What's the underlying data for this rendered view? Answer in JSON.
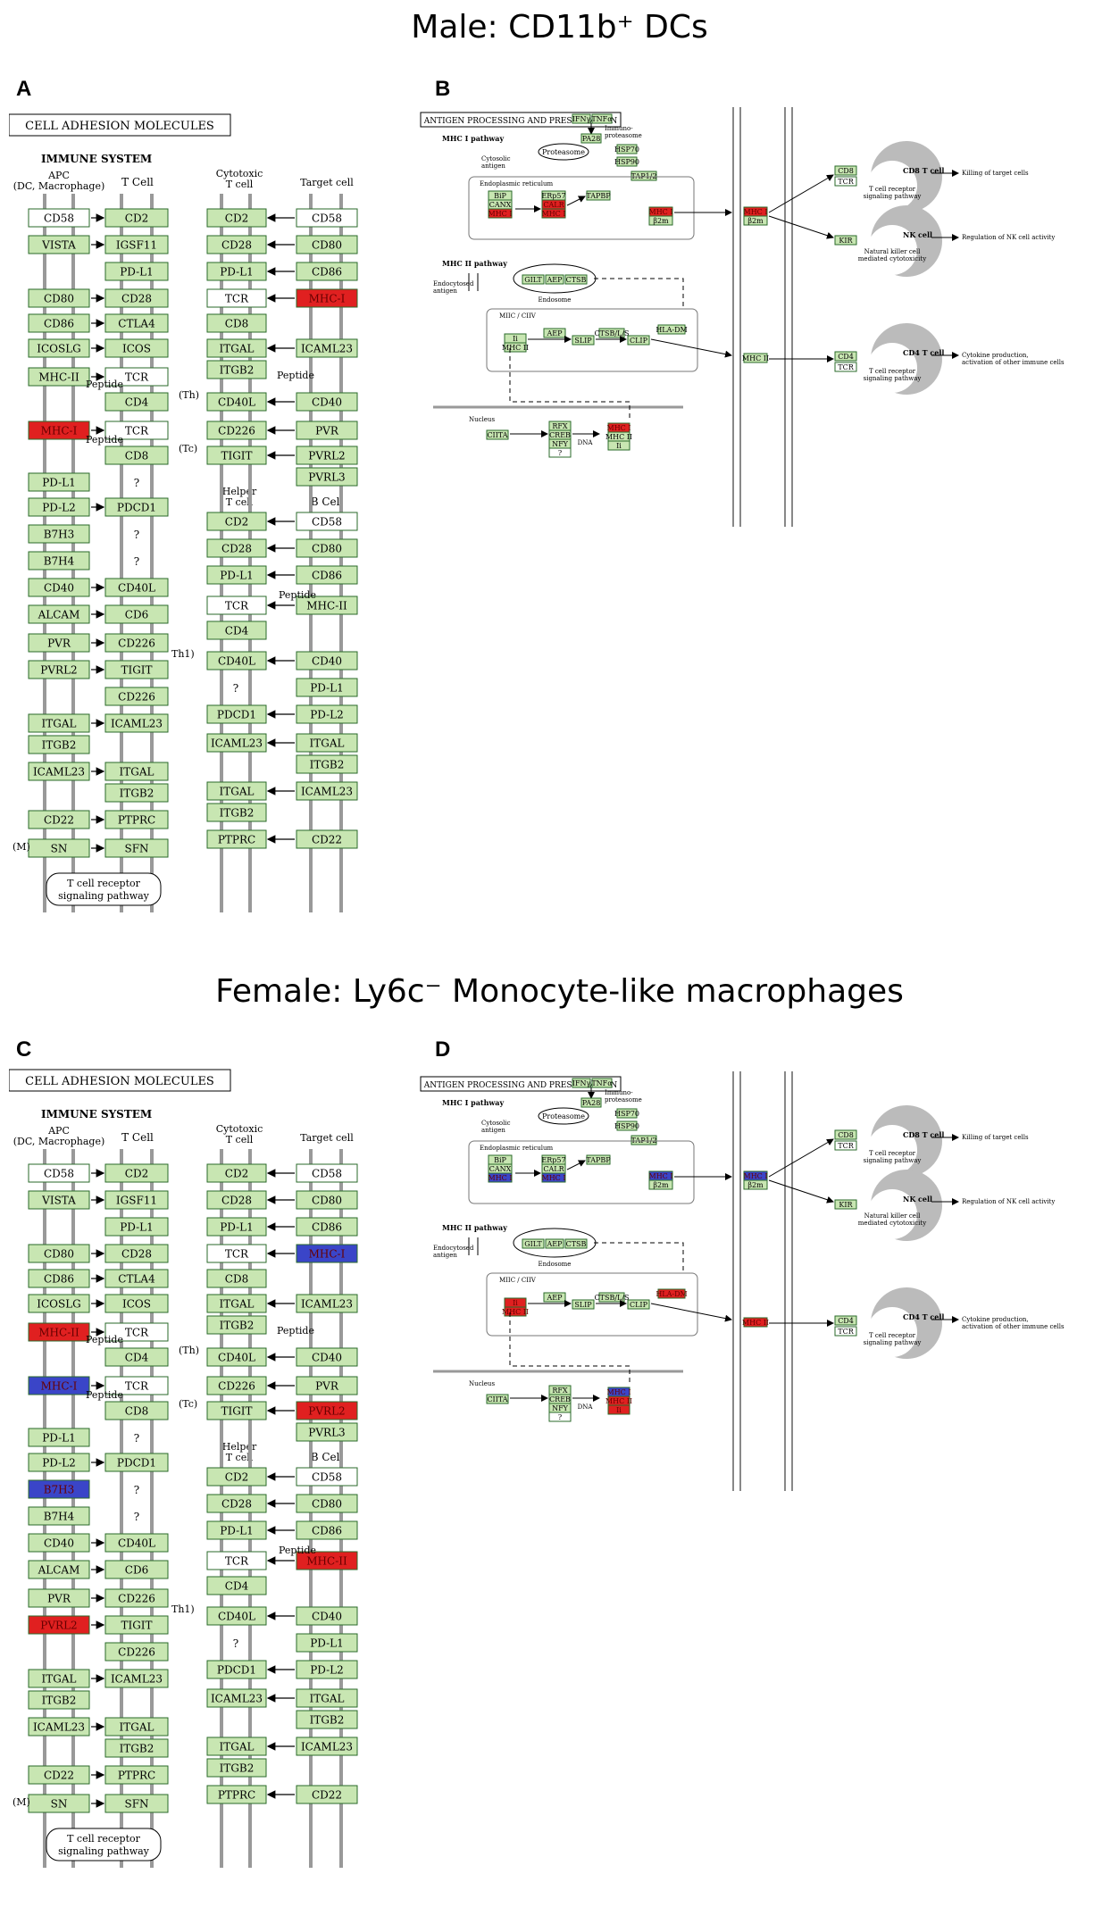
{
  "titles": {
    "top": "Male: CD11b⁺ DCs",
    "bottom": "Female: Ly6c⁻ Monocyte-like macrophages"
  },
  "panels": {
    "a": "A",
    "b": "B",
    "c": "C",
    "d": "D"
  },
  "cam": {
    "header": "CELL ADHESION MOLECULES",
    "immune": "IMMUNE SYSTEM",
    "apc": "APC",
    "apc2": "(DC, Macrophage)",
    "tcell": "T Cell",
    "ctl1": "Cytotoxic",
    "ctl2": "T cell",
    "target": "Target cell",
    "helper1": "Helper",
    "helper2": "T cell",
    "bcell": "B Cell",
    "peptide": "Peptide",
    "th": "(Th)",
    "tc": "(Tc)",
    "th1": "Th1)",
    "m": "(M)",
    "q": "?",
    "tcr_sig1": "T cell receptor",
    "tcr_sig2": "signaling pathway"
  },
  "cam_rows": [
    {
      "l": "CD58",
      "r": "CD2",
      "ll": "CD2",
      "rr": "CD58"
    },
    {
      "l": "VISTA",
      "r": "IGSF11",
      "ll": "CD28",
      "rr": "CD80"
    },
    {
      "l": "",
      "r": "PD-L1",
      "ll": "PD-L1",
      "rr": "CD86"
    },
    {
      "l": "CD80",
      "r": "CD28",
      "ll": "TCR",
      "rr": "MHC-I"
    },
    {
      "l": "CD86",
      "r": "CTLA4",
      "ll": "CD8",
      "rr": ""
    },
    {
      "l": "ICOSLG",
      "r": "ICOS",
      "ll": "ITGAL",
      "rr": "ICAML23"
    },
    {
      "l": "MHC-II",
      "r": "TCR",
      "ll": "ITGB2",
      "rr": ""
    },
    {
      "l": "",
      "r": "CD4",
      "ll": "CD40L",
      "rr": "CD40"
    },
    {
      "l": "MHC-I",
      "r": "TCR",
      "ll": "CD226",
      "rr": "PVR"
    },
    {
      "l": "",
      "r": "CD8",
      "ll": "TIGIT",
      "rr": "PVRL2"
    },
    {
      "l": "PD-L1",
      "r": "?",
      "ll": "",
      "rr": "PVRL3"
    },
    {
      "l": "PD-L2",
      "r": "PDCD1",
      "ll": "CD2",
      "rr": "CD58"
    },
    {
      "l": "B7H3",
      "r": "?",
      "ll": "CD28",
      "rr": "CD80"
    },
    {
      "l": "B7H4",
      "r": "?",
      "ll": "PD-L1",
      "rr": "CD86"
    },
    {
      "l": "CD40",
      "r": "CD40L",
      "ll": "TCR",
      "rr": "MHC-II"
    },
    {
      "l": "ALCAM",
      "r": "CD6",
      "ll": "CD4",
      "rr": ""
    },
    {
      "l": "PVR",
      "r": "CD226",
      "ll": "CD40L",
      "rr": "CD40"
    },
    {
      "l": "PVRL2",
      "r": "TIGIT",
      "ll": "?",
      "rr": "PD-L1"
    },
    {
      "l": "",
      "r": "CD226",
      "ll": "PDCD1",
      "rr": "PD-L2"
    },
    {
      "l": "ITGAL",
      "r": "ICAML23",
      "ll": "ICAML23",
      "rr": "ITGAL"
    },
    {
      "l": "ITGB2",
      "r": "",
      "ll": "",
      "rr": "ITGB2"
    },
    {
      "l": "ICAML23",
      "r": "ITGAL",
      "ll": "ITGAL",
      "rr": "ICAML23"
    },
    {
      "l": "",
      "r": "ITGB2",
      "ll": "ITGB2",
      "rr": ""
    },
    {
      "l": "CD22",
      "r": "PTPRC",
      "ll": "PTPRC",
      "rr": "CD22"
    },
    {
      "l": "SN",
      "r": "SFN",
      "ll": "",
      "rr": ""
    }
  ],
  "apc_map": {
    "header": "ANTIGEN PROCESSING AND PRESENTATION",
    "mhc1_pathway": "MHC I pathway",
    "mhc2_pathway": "MHC II pathway",
    "ifn": "IFNγ",
    "tnf": "TNFα",
    "pa28": "PA28",
    "immuno": "Immuno-",
    "immuno2": "proteasome",
    "cytosolic": "Cytosolic",
    "cytosolic2": "antigen",
    "proteasome": "Proteasome",
    "hsp70": "HSP70",
    "hsp90": "HSP90",
    "tap": "TAP1/2",
    "er": "Endoplasmic reticulum",
    "bip": "BiP",
    "canx": "CANX",
    "mhc1": "MHC I",
    "erp57": "ERp57",
    "calr": "CALR",
    "tapbp": "TAPBP",
    "b2m": "β2m",
    "cd8": "CD8",
    "tcr": "TCR",
    "cd8t": "CD8 T cell",
    "tcr_sig1": "T cell receptor",
    "tcr_sig2": "signaling pathway",
    "killing": "Killing of target cells",
    "kir": "KIR",
    "nk": "NK cell",
    "nk_sig1": "Natural killer cell",
    "nk_sig2": "mediated cytotoxicity",
    "nk_reg": "Regulation of NK cell activity",
    "gilt": "GILT",
    "aep": "AEP",
    "ctsb": "CTSB",
    "endosome": "Endosome",
    "endocytosed": "Endocytosed",
    "endocytosed2": "antigen",
    "miic": "MIIC / CIIV",
    "ii": "Ii",
    "mhc2": "MHC II",
    "slip": "SLIP",
    "ctss": "CTSB/L/S",
    "clip": "CLIP",
    "hladm": "HLA-DM",
    "cd4": "CD4",
    "cd4t": "CD4 T cell",
    "cytokine1": "Cytokine production,",
    "cytokine2": "activation of other immune cells",
    "nucleus": "Nucleus",
    "ciita": "CIITA",
    "rfx": "RFX",
    "creb": "CREB",
    "nfy": "NFY",
    "q": "?",
    "dna": "DNA",
    "mhc1b": "MHC I",
    "mhc2b": "MHC II",
    "iib": "Ii"
  },
  "colors": {
    "green": "#c8e6b2",
    "red": "#e02020",
    "blue": "#3a45c8",
    "white": "#ffffff"
  }
}
